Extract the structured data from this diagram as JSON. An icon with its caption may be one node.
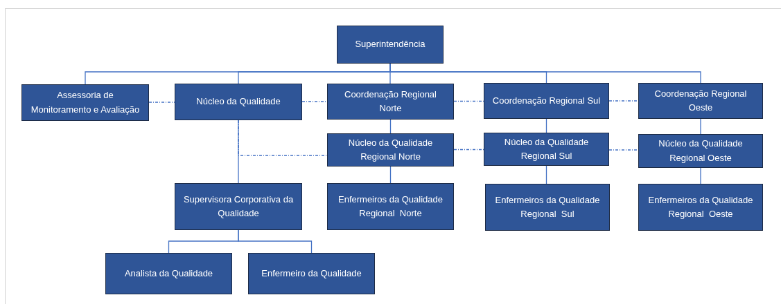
{
  "diagram": {
    "nodes": [
      {
        "text": [
          "Superintendência"
        ]
      },
      {
        "text": [
          "Assessoria de Monitoramento e Avaliação"
        ]
      },
      {
        "text": [
          "Núcleo da Qualidade"
        ]
      },
      {
        "text": [
          "Coordenação Regional Norte"
        ]
      },
      {
        "text": [
          "Coordenação Regional Sul"
        ]
      },
      {
        "text": [
          "Coordenação Regional Oeste"
        ]
      },
      {
        "text": [
          "Núcleo da Qualidade Regional Norte"
        ]
      },
      {
        "text": [
          "Núcleo da Qualidade Regional Sul"
        ]
      },
      {
        "text": [
          "Núcleo da Qualidade Regional Oeste"
        ]
      },
      {
        "text": [
          "Supervisora Corporativa da Qualidade"
        ]
      },
      {
        "text": [
          "Enfermeiros da Qualidade Regional  Norte"
        ]
      },
      {
        "text": [
          "Enfermeiros da Qualidade Regional  Sul"
        ]
      },
      {
        "text": [
          "Enfermeiros da Qualidade Regional  Oeste"
        ]
      },
      {
        "text": [
          "Analista da Qualidade"
        ]
      },
      {
        "text": [
          "Enfermeiro da Qualidade"
        ]
      }
    ],
    "edges": [
      {
        "from": 0,
        "to": 1,
        "arrow": "none"
      },
      {
        "from": 0,
        "to": 2,
        "arrow": "none"
      },
      {
        "from": 0,
        "to": 3,
        "arrow": "none"
      },
      {
        "from": 0,
        "to": 4,
        "arrow": "none"
      },
      {
        "from": 0,
        "to": 5,
        "arrow": "none"
      },
      {
        "from": 1,
        "to": 2,
        "arrow": "none",
        "style": "dashed"
      },
      {
        "from": 2,
        "to": 3,
        "arrow": "none",
        "style": "dashed"
      },
      {
        "from": 3,
        "to": 4,
        "arrow": "none",
        "style": "dashed"
      },
      {
        "from": 4,
        "to": 5,
        "arrow": "none",
        "style": "dashed"
      },
      {
        "from": 3,
        "to": 6,
        "arrow": "none"
      },
      {
        "from": 4,
        "to": 7,
        "arrow": "none"
      },
      {
        "from": 5,
        "to": 8,
        "arrow": "none"
      },
      {
        "from": 2,
        "to": 6,
        "arrow": "none",
        "style": "dashed"
      },
      {
        "from": 6,
        "to": 7,
        "arrow": "none",
        "style": "dashed"
      },
      {
        "from": 7,
        "to": 8,
        "arrow": "none",
        "style": "dashed"
      },
      {
        "from": 2,
        "to": 9,
        "arrow": "none"
      },
      {
        "from": 6,
        "to": 10,
        "arrow": "none"
      },
      {
        "from": 7,
        "to": 11,
        "arrow": "none"
      },
      {
        "from": 8,
        "to": 12,
        "arrow": "none"
      },
      {
        "from": 9,
        "to": 13,
        "arrow": "none"
      },
      {
        "from": 9,
        "to": 14,
        "arrow": "none"
      }
    ]
  }
}
